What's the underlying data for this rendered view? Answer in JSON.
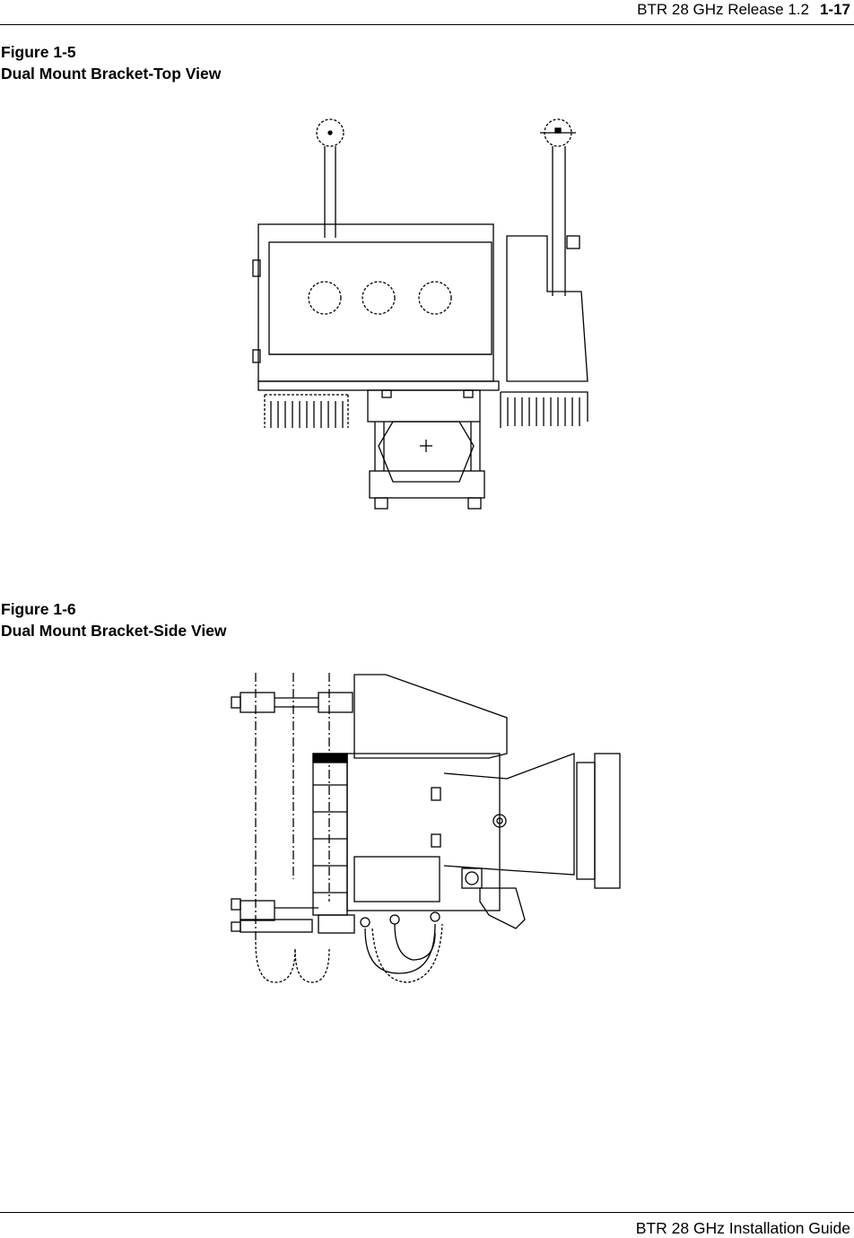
{
  "header": {
    "title": "BTR 28 GHz Release 1.2",
    "page_number": "1-17"
  },
  "figures": [
    {
      "number": "Figure 1-5",
      "title": "Dual Mount Bracket-Top View"
    },
    {
      "number": "Figure 1-6",
      "title": "Dual Mount Bracket-Side View"
    }
  ],
  "footer": {
    "title": "BTR 28 GHz Installation Guide"
  }
}
